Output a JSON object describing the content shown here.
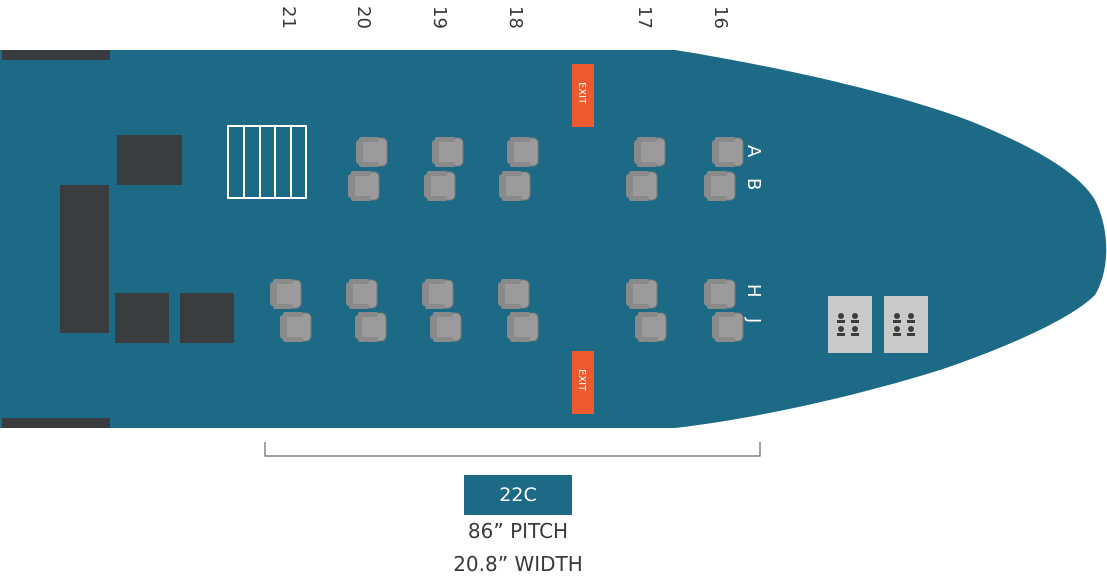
{
  "rows": [
    "21",
    "20",
    "19",
    "18",
    "17",
    "16"
  ],
  "seat_letters": [
    "A",
    "B",
    "H",
    "J"
  ],
  "exit_label": "EXIT",
  "cabin": {
    "seat_class": "22C",
    "pitch": "86” PITCH",
    "width": "20.8”  WIDTH"
  },
  "colors": {
    "fuselage": "#1d6a86",
    "exit": "#ee5a2f",
    "seat": "#9b9b9b",
    "galley": "#3a3d40",
    "lavatory": "#c9c9c9"
  }
}
